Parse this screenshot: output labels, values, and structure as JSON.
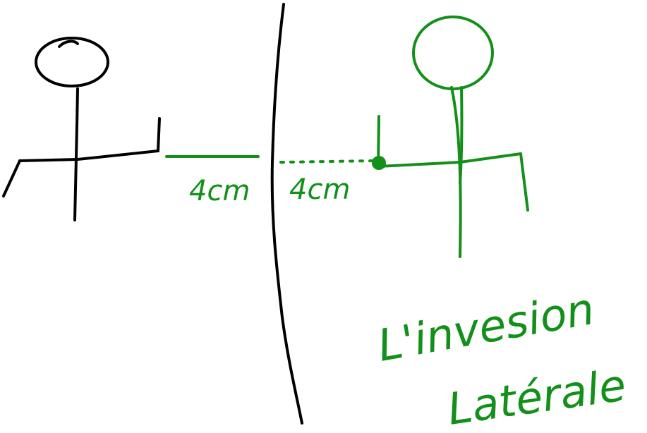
{
  "colors": {
    "ink_black": "#000000",
    "ink_green": "#12901a",
    "background": "#ffffff"
  },
  "labels": {
    "distance_left": "4cm",
    "distance_right": "4cm",
    "caption_line1": "L'invesion",
    "caption_line2": "Latérale"
  }
}
